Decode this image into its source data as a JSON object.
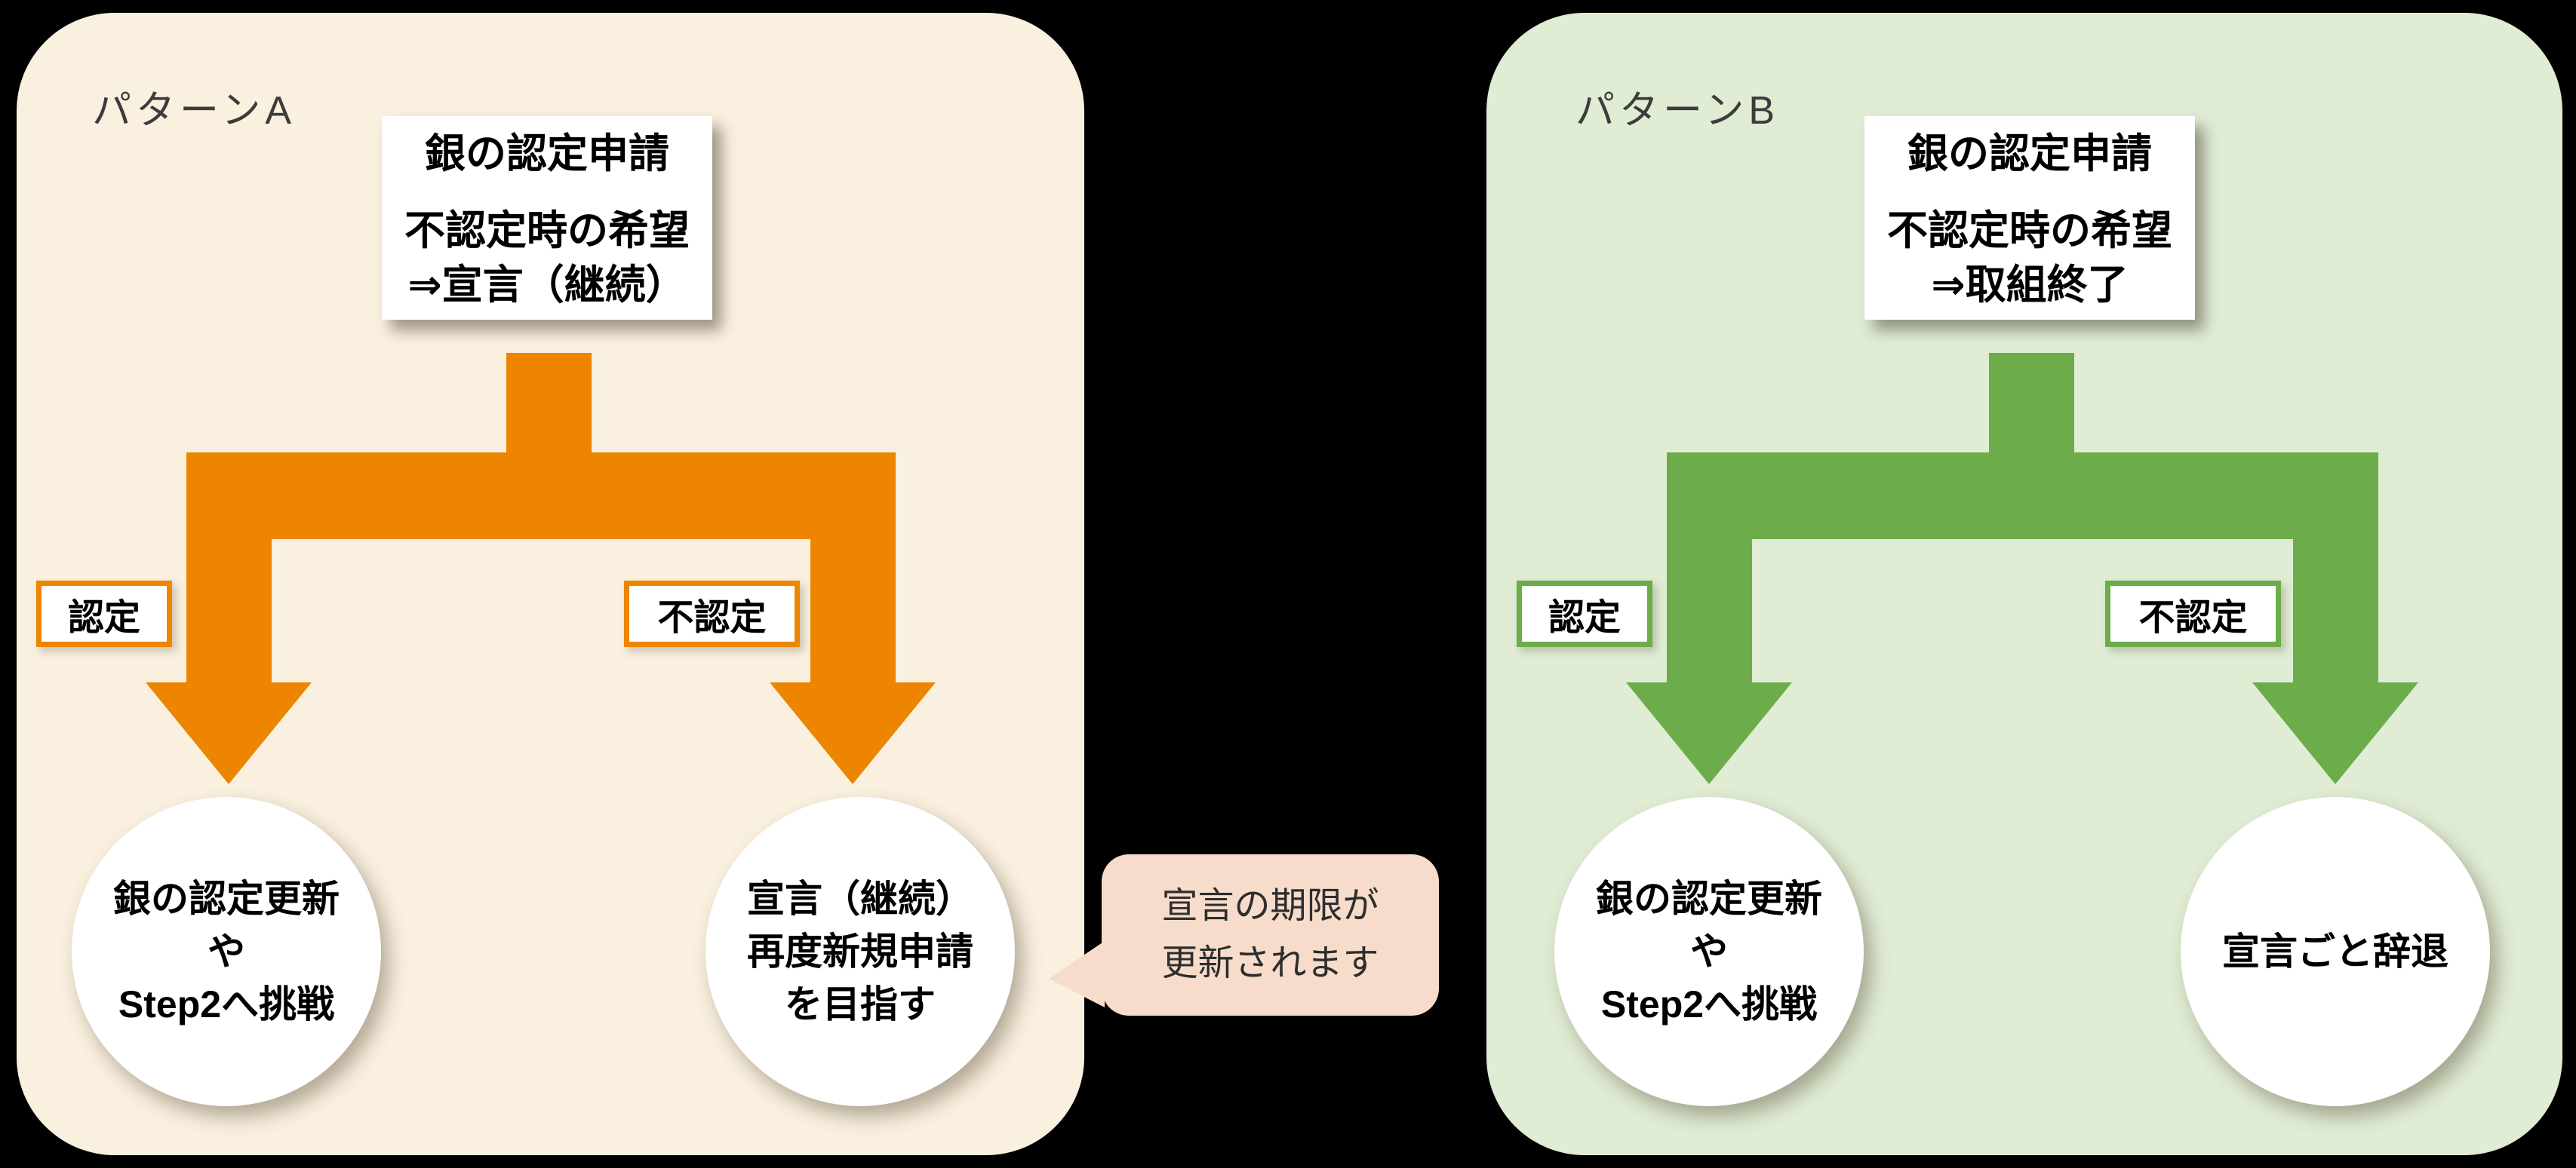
{
  "page": {
    "background": "#000000"
  },
  "colors": {
    "panel_a_bg": "#FAF0DF",
    "panel_b_bg": "#E0EDD4",
    "accent_a": "#ED8500",
    "accent_b": "#6CAC4A",
    "callout_bg": "#F8DCCB",
    "box_bg": "#FFFFFF",
    "text": "#000000"
  },
  "patterns": [
    {
      "label": "パターンA",
      "top_box": {
        "line1": "銀の認定申請",
        "line2": "不認定時の希望",
        "line3": "⇒宣言（継続）"
      },
      "branches": {
        "left": "認定",
        "right": "不認定"
      },
      "left_circle": {
        "lines": [
          "銀の認定更新",
          "や",
          "Step2へ挑戦"
        ]
      },
      "right_circle": {
        "lines": [
          "宣言（継続）",
          "再度新規申請",
          "を目指す"
        ]
      }
    },
    {
      "label": "パターンB",
      "top_box": {
        "line1": "銀の認定申請",
        "line2": "不認定時の希望",
        "line3": "⇒取組終了"
      },
      "branches": {
        "left": "認定",
        "right": "不認定"
      },
      "left_circle": {
        "lines": [
          "銀の認定更新",
          "や",
          "Step2へ挑戦"
        ]
      },
      "right_circle": {
        "lines": [
          "宣言ごと辞退"
        ]
      }
    }
  ],
  "callout": {
    "lines": [
      "宣言の期限が",
      "更新されます"
    ]
  }
}
